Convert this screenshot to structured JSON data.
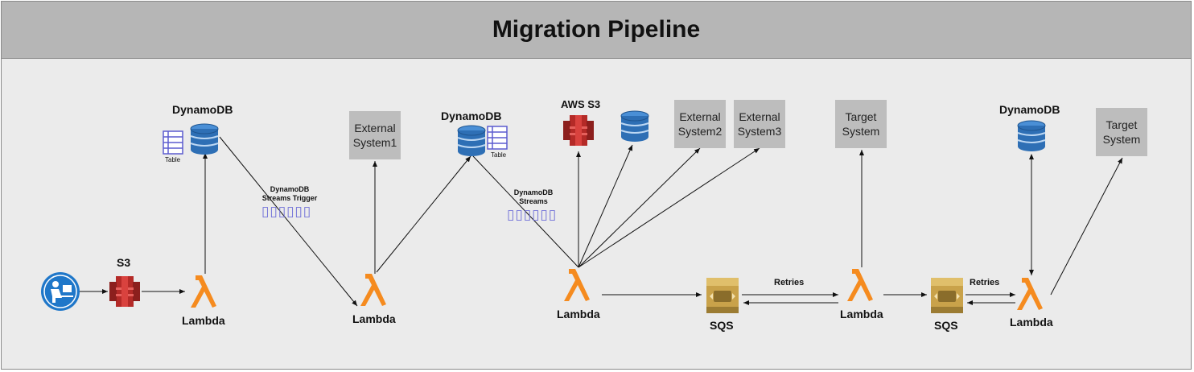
{
  "title": "Migration Pipeline",
  "labels": {
    "s3": "S3",
    "dynamodb1": "DynamoDB",
    "table1": "Table",
    "lambda1": "Lambda",
    "streams_trigger": "DynamoDB\nStreams Trigger",
    "glyphs1": "▯▯▯▯▯▯",
    "lambda2": "Lambda",
    "dynamodb2": "DynamoDB",
    "table2": "Table",
    "streams2": "DynamoDB\nStreams",
    "glyphs2": "▯▯▯▯▯▯",
    "aws_s3": "AWS S3",
    "lambda3": "Lambda",
    "sqs1": "SQS",
    "retries1": "Retries",
    "lambda4": "Lambda",
    "sqs2": "SQS",
    "retries2": "Retries",
    "dynamodb3": "DynamoDB",
    "lambda5": "Lambda"
  },
  "systems": {
    "external1": "External\nSystem1",
    "external2": "External\nSystem2",
    "external3": "External\nSystem3",
    "target1": "Target\nSystem",
    "target2": "Target\nSystem"
  },
  "colors": {
    "lambda": "#f58b1f",
    "s3": "#c9302c",
    "dynamodb": "#2e6fb5",
    "sqs": "#c9a24a",
    "system_box": "#bdbdbd",
    "header": "#b6b6b6",
    "canvas": "#ebebeb"
  },
  "icons": [
    "user-at-computer-icon",
    "s3-bucket-icon",
    "lambda-icon",
    "dynamodb-icon",
    "table-icon",
    "sqs-queue-icon"
  ]
}
